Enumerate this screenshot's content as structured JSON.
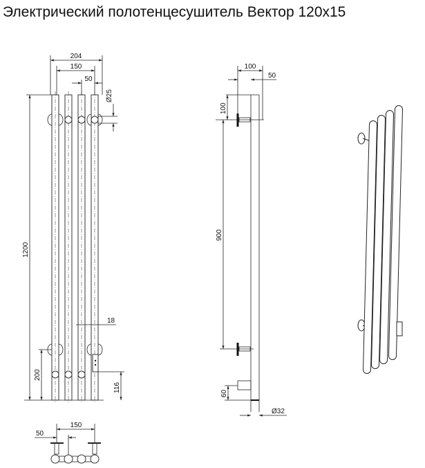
{
  "title": "Электрический полотенцесушитель Вектор 120х15",
  "front_view": {
    "dims": {
      "overall_width": "204",
      "tube_span": "150",
      "tube_pitch": "50",
      "tube_diameter": "Ø25",
      "height": "1200",
      "box_offset": "18",
      "lower_bracket": "200",
      "box_height": "116"
    }
  },
  "side_view": {
    "dims": {
      "depth": "100",
      "tube_offset": "50",
      "top_bracket": "100",
      "bracket_span": "900",
      "box": "60",
      "tube_diameter": "Ø32"
    }
  },
  "bottom_view": {
    "dims": {
      "span": "150",
      "offset": "50"
    }
  }
}
